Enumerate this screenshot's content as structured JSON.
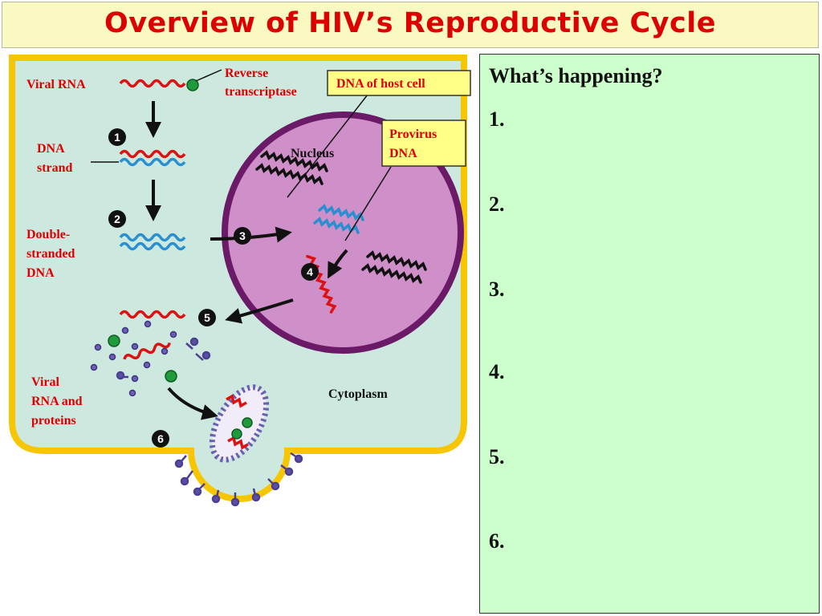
{
  "title": "Overview of HIV’s Reproductive Cycle",
  "diagram": {
    "labels": {
      "viral_rna": "Viral RNA",
      "reverse_transcriptase": [
        "Reverse",
        "transcriptase"
      ],
      "dna_of_host_cell": "DNA of  host cell",
      "provirus_dna": [
        "Provirus",
        "DNA"
      ],
      "dna_strand": [
        "DNA",
        "strand"
      ],
      "nucleus": "Nucleus",
      "double_stranded_dna": [
        "Double-",
        "stranded",
        "DNA"
      ],
      "viral_rna_and_proteins": [
        "Viral",
        "RNA and",
        "proteins"
      ],
      "cytoplasm": "Cytoplasm"
    },
    "step_markers": [
      "1",
      "2",
      "3",
      "4",
      "5",
      "6"
    ],
    "colors": {
      "rna": "#dd1111",
      "dna": "#2a8fd0",
      "host_dna": "#111111",
      "cell_wall": "#f7c600",
      "cytoplasm": "#cde9df",
      "nucleus_fill": "#cf8fc8",
      "nucleus_border": "#6b1a67",
      "protein": "#5a4fa3",
      "enzyme": "#1f9a3c"
    }
  },
  "panel": {
    "title": "What’s happening?",
    "items": [
      "1.",
      "2.",
      "3.",
      "4.",
      "5.",
      "6."
    ]
  }
}
